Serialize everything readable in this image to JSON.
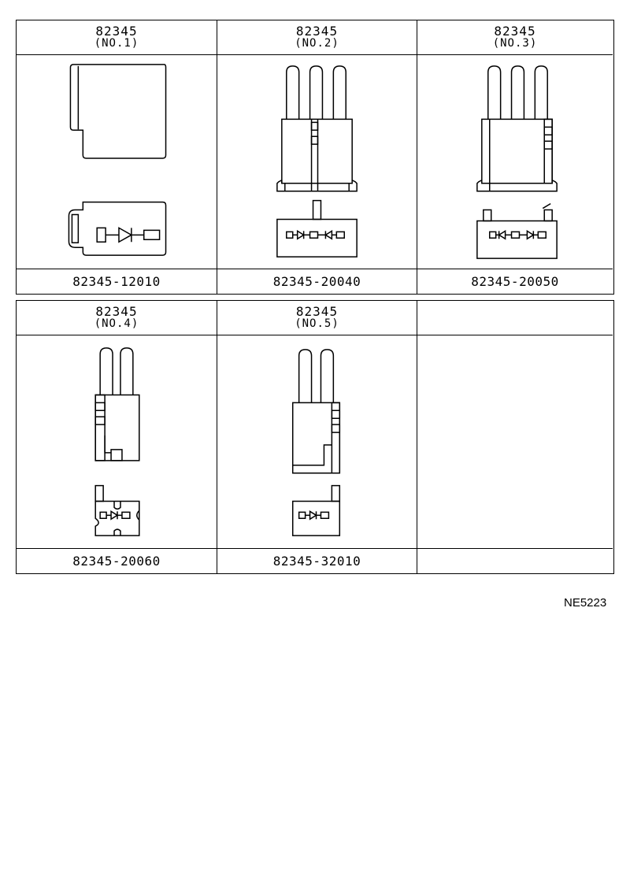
{
  "row1": [
    {
      "code": "82345",
      "num": "(NO.1)",
      "part": "82345-12010"
    },
    {
      "code": "82345",
      "num": "(NO.2)",
      "part": "82345-20040"
    },
    {
      "code": "82345",
      "num": "(NO.3)",
      "part": "82345-20050"
    }
  ],
  "row2": [
    {
      "code": "82345",
      "num": "(NO.4)",
      "part": "82345-20060"
    },
    {
      "code": "82345",
      "num": "(NO.5)",
      "part": "82345-32010"
    },
    {
      "code": "",
      "num": "",
      "part": ""
    }
  ],
  "reference": "NE5223"
}
